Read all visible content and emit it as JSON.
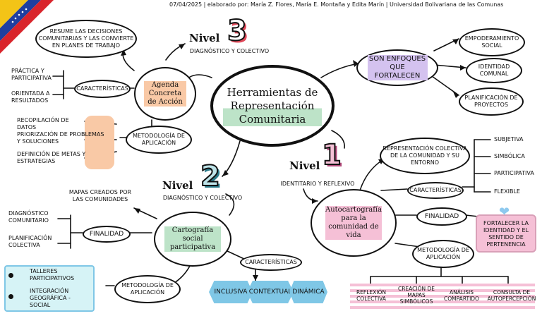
{
  "header": "07/04/2025 | elaborado por: María Z. Flores, María E. Montaña y Edita Marín | Universidad Bolivariana de las Comunas",
  "center": {
    "title": "Herramientas de Representación Comunitaria"
  },
  "enfoques": {
    "label": "SON ENFOQUES QUE FORTALECEN",
    "items": [
      "EMPODERAMIENTO SOCIAL",
      "IDENTIDAD COMUNAL",
      "PLANIFICACIÓN DE PROYECTOS"
    ]
  },
  "nivel3": {
    "label": "Nivel",
    "number": "3",
    "subtitle": "DIAGNÓSTICO Y COLECTIVO",
    "tool": "Agenda Concreta de Acción",
    "resume": "RESUME LAS DECISIONES COMUNITARIAS Y LAS CONVIERTE EN PLANES DE TRABAJO",
    "caracteristicas_label": "CARACTERÍSTICAS",
    "caracteristicas": [
      "PRÁCTICA Y PARTICIPATIVA",
      "ORIENTADA A RESULTADOS"
    ],
    "metodologia_label": "METODOLOGÍA DE APLICACIÓN",
    "metodologia": [
      "RECOPILACIÓN DE DATOS",
      "PRIORIZACIÓN DE PROBLEMAS Y SOLUCIONES",
      "DEFINICIÓN DE METAS Y ESTRATEGIAS"
    ]
  },
  "nivel2": {
    "label": "Nivel",
    "number": "2",
    "subtitle": "DIAGNÓSTICO Y COLECTIVO",
    "tool": "Cartografía social participativa",
    "mapas": "MAPAS CREADOS POR LAS COMUNIDADES",
    "finalidad_label": "FINALIDAD",
    "finalidad": [
      "DIAGNÓSTICO COMUNITARIO",
      "PLANIFICACIÓN COLECTIVA"
    ],
    "caracteristicas_label": "CARACTERÍSTICAS",
    "caracteristicas": [
      "INCLUSIVA",
      "CONTEXTUAL",
      "DINÁMICA"
    ],
    "metodologia_label": "METODOLOGÍA DE APLICACIÓN",
    "metodologia": [
      "TALLERES PARTICIPATIVOS",
      "INTEGRACIÓN GEOGRÁFICA - SOCIAL"
    ]
  },
  "nivel1": {
    "label": "Nivel",
    "number": "1",
    "subtitle": "IDENTITARIO Y REFLEXIVO",
    "tool": "Autocartografía para la comunidad de vida",
    "representacion": "REPRESENTACIÓN COLECTIVA DE LA COMUNIDAD Y SU ENTORNO",
    "caracteristicas_label": "CARACTERÍSTICAS",
    "caracteristicas": [
      "SUBJETIVA",
      "SIMBÓLICA",
      "PARTICIPATIVA",
      "FLEXIBLE"
    ],
    "finalidad_label": "FINALIDAD",
    "finalidad": "FORTALECER LA IDENTIDAD Y EL SENTIDO DE PERTENENCIA",
    "metodologia_label": "METODOLOGÍA DE APLICACIÓN",
    "metodologia": [
      "REFLEXIÓN COLECTIVA",
      "CREACIÓN DE MAPAS SIMBÓLICOS",
      "ANÁLISIS COMPARTIDO",
      "CONSULTA DE AUTOPERCEPCIÓN"
    ]
  },
  "colors": {
    "orange": "#f9c9a6",
    "purple": "#d4c2ef",
    "green": "#bde3c8",
    "pink": "#f5c0d6",
    "blue": "#7fc7e6",
    "aqua": "#d6f3f6",
    "heart": "#8ec9ee"
  }
}
